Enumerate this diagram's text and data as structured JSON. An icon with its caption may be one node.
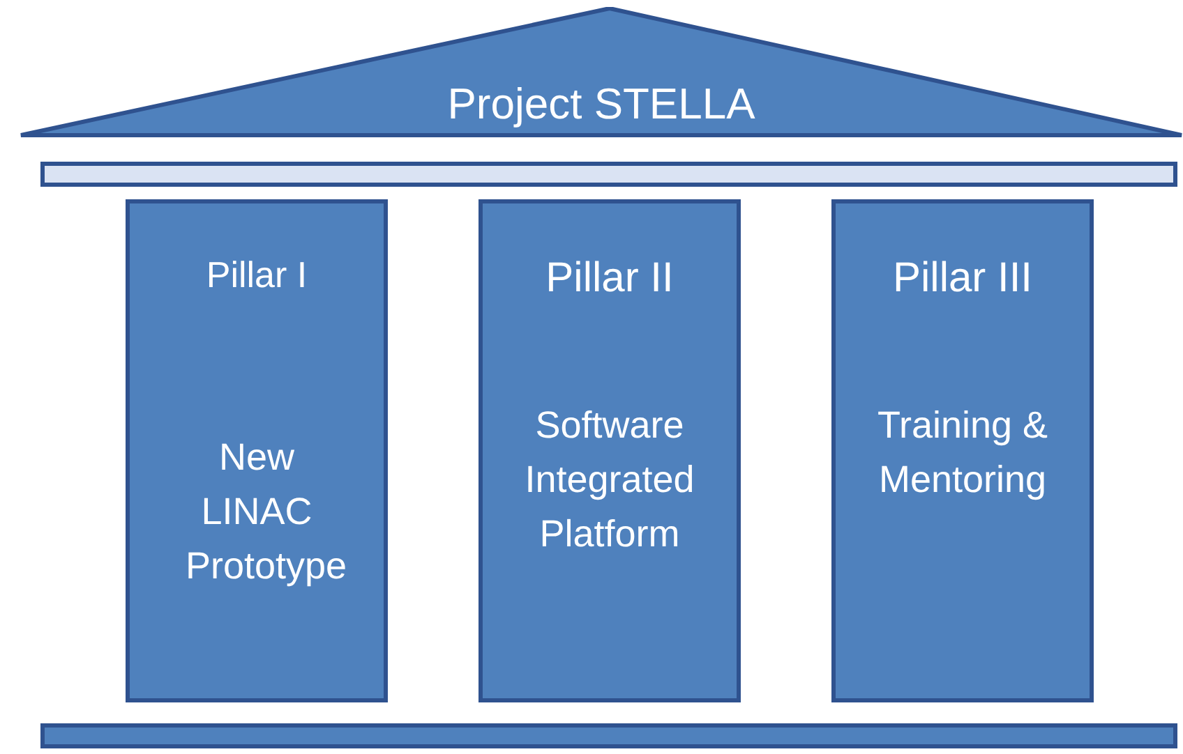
{
  "diagram": {
    "nodes": [
      {
        "text": [
          "Project STELLA"
        ]
      },
      {
        "text": [],
        "shape": "bar"
      },
      {
        "text": [
          "Pillar I",
          "New LINAC Prototype"
        ]
      },
      {
        "text": [
          "Pillar II",
          "Software Integrated Platform"
        ]
      },
      {
        "text": [
          "Pillar III",
          "Training & Mentoring"
        ]
      },
      {
        "text": [],
        "shape": "bar"
      }
    ]
  }
}
